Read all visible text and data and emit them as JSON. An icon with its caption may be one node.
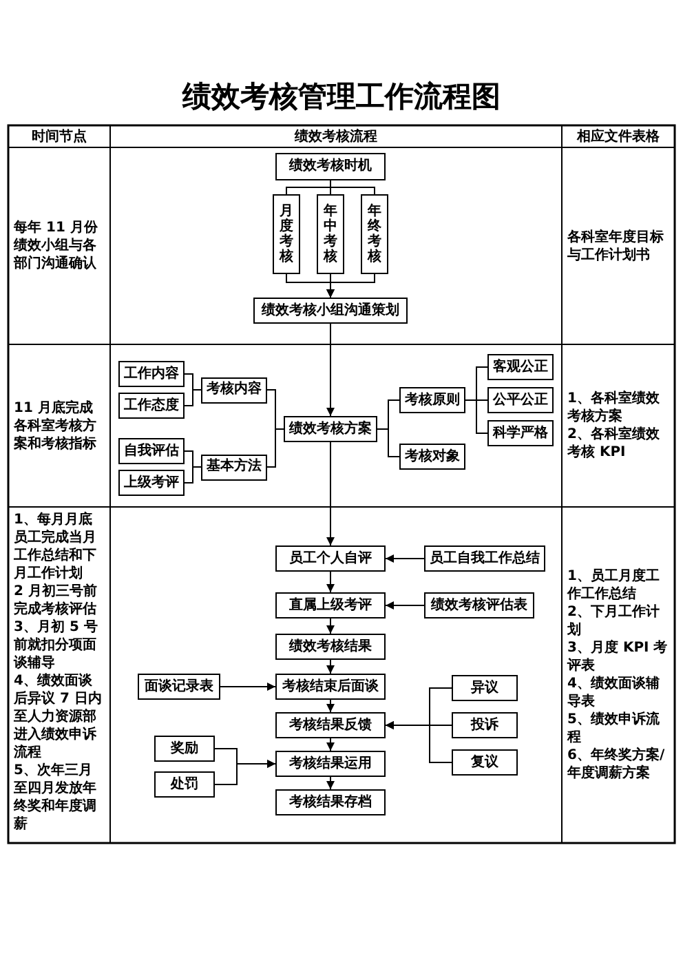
{
  "diagram": {
    "title": "绩效考核管理工作流程图",
    "nodes": [
      {
        "text": [
          "绩效考核时机"
        ]
      },
      {
        "text": [
          "月度考核"
        ]
      },
      {
        "text": [
          "年中考核"
        ]
      },
      {
        "text": [
          "年终考核"
        ]
      },
      {
        "text": [
          "绩效考核小组沟通策划"
        ]
      },
      {
        "text": [
          "工作内容"
        ]
      },
      {
        "text": [
          "工作态度"
        ]
      },
      {
        "text": [
          "考核内容"
        ]
      },
      {
        "text": [
          "自我评估"
        ]
      },
      {
        "text": [
          "上级考评"
        ]
      },
      {
        "text": [
          "基本方法"
        ]
      },
      {
        "text": [
          "绩效考核方案"
        ]
      },
      {
        "text": [
          "考核原则"
        ]
      },
      {
        "text": [
          "考核对象"
        ]
      },
      {
        "text": [
          "客观公正"
        ]
      },
      {
        "text": [
          "公平公正"
        ]
      },
      {
        "text": [
          "科学严格"
        ]
      },
      {
        "text": [
          "员工个人自评"
        ]
      },
      {
        "text": [
          "员工自我工作总结"
        ]
      },
      {
        "text": [
          "直属上级考评"
        ]
      },
      {
        "text": [
          "绩效考核评估表"
        ]
      },
      {
        "text": [
          "绩效考核结果"
        ]
      },
      {
        "text": [
          "面谈记录表"
        ]
      },
      {
        "text": [
          "考核结束后面谈"
        ]
      },
      {
        "text": [
          "异议"
        ]
      },
      {
        "text": [
          "考核结果反馈"
        ]
      },
      {
        "text": [
          "投诉"
        ]
      },
      {
        "text": [
          "复议"
        ]
      },
      {
        "text": [
          "奖励"
        ]
      },
      {
        "text": [
          "考核结果运用"
        ]
      },
      {
        "text": [
          "处罚"
        ]
      },
      {
        "text": [
          "考核结果存档"
        ]
      }
    ],
    "edges": [
      {
        "from": 0,
        "to": 1,
        "arrow": "none"
      },
      {
        "from": 0,
        "to": 2,
        "arrow": "none"
      },
      {
        "from": 0,
        "to": 3,
        "arrow": "none"
      },
      {
        "from": 1,
        "to": 4,
        "arrow": "to"
      },
      {
        "from": 2,
        "to": 4,
        "arrow": "to"
      },
      {
        "from": 3,
        "to": 4,
        "arrow": "to"
      },
      {
        "from": 4,
        "to": 11,
        "arrow": "to"
      },
      {
        "from": 5,
        "to": 7,
        "arrow": "none"
      },
      {
        "from": 6,
        "to": 7,
        "arrow": "none"
      },
      {
        "from": 8,
        "to": 10,
        "arrow": "none"
      },
      {
        "from": 9,
        "to": 10,
        "arrow": "none"
      },
      {
        "from": 7,
        "to": 11,
        "arrow": "none"
      },
      {
        "from": 10,
        "to": 11,
        "arrow": "none"
      },
      {
        "from": 11,
        "to": 12,
        "arrow": "none"
      },
      {
        "from": 11,
        "to": 13,
        "arrow": "none"
      },
      {
        "from": 12,
        "to": 14,
        "arrow": "none"
      },
      {
        "from": 12,
        "to": 15,
        "arrow": "none"
      },
      {
        "from": 12,
        "to": 16,
        "arrow": "none"
      },
      {
        "from": 11,
        "to": 17,
        "arrow": "to"
      },
      {
        "from": 18,
        "to": 17,
        "arrow": "to"
      },
      {
        "from": 17,
        "to": 19,
        "arrow": "to"
      },
      {
        "from": 20,
        "to": 19,
        "arrow": "to"
      },
      {
        "from": 19,
        "to": 21,
        "arrow": "to"
      },
      {
        "from": 21,
        "to": 23,
        "arrow": "to"
      },
      {
        "from": 22,
        "to": 23,
        "arrow": "to"
      },
      {
        "from": 23,
        "to": 25,
        "arrow": "to"
      },
      {
        "from": 24,
        "to": 25,
        "arrow": "to"
      },
      {
        "from": 26,
        "to": 25,
        "arrow": "to"
      },
      {
        "from": 27,
        "to": 25,
        "arrow": "to"
      },
      {
        "from": 25,
        "to": 29,
        "arrow": "to"
      },
      {
        "from": 28,
        "to": 29,
        "arrow": "to"
      },
      {
        "from": 30,
        "to": 29,
        "arrow": "to"
      },
      {
        "from": 29,
        "to": 31,
        "arrow": "to"
      }
    ],
    "labels": [
      "时间节点",
      "绩效考核流程",
      "相应文件表格",
      "每年 11 月份绩效小组与各部门沟通确认",
      "各科室年度目标与工作计划书",
      "11 月底完成各科室考核方案和考核指标",
      "1、各科室绩效考核方案",
      "2、各科室绩效考核 KPI",
      "1、每月月底员工完成当月工作总结和下月工作计划",
      "2 月初三号前完成考核评估",
      "3、月初 5 号前就扣分项面谈辅导",
      "4、绩效面谈后异议 7 日内至人力资源部进入绩效申诉流程",
      "5、次年三月至四月发放年终奖和年度调薪",
      "1、员工月度工作工作总结",
      "2、下月工作计划",
      "3、月度 KPI 考评表",
      "4、绩效面谈辅导表",
      "5、绩效申诉流程",
      "6、年终奖方案/年度调薪方案"
    ]
  }
}
